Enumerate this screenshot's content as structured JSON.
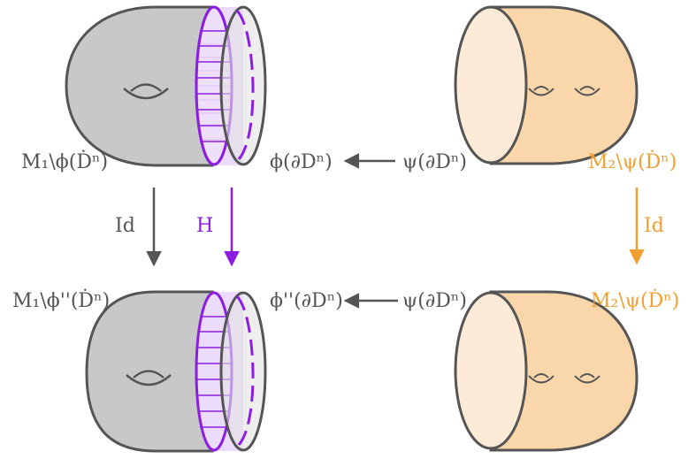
{
  "colors": {
    "gray_fill": "#c8c8c8",
    "outline": "#555555",
    "purple": "#8b1ee0",
    "purple_light": "#ecdcfb",
    "orange_fill": "#fad6ab",
    "orange_light": "#fdebd8",
    "orange_text": "#f0a030",
    "arrow_gray": "#555555"
  },
  "labels": {
    "top_left": "M₁\\ϕ(Ḋⁿ)",
    "top_mid_left": "ϕ(∂Dⁿ)",
    "top_mid_right": "ψ(∂Dⁿ)",
    "top_right": "M₂\\ψ(Ḋⁿ)",
    "bottom_left": "M₁\\ϕ''(Ḋⁿ)",
    "bottom_mid_left": "ϕ''(∂Dⁿ)",
    "bottom_mid_right": "ψ(∂Dⁿ)",
    "bottom_right": "M₂\\ψ(Ḋⁿ)"
  },
  "arrows": {
    "left_id": "Id",
    "homotopy": "H",
    "right_id": "Id"
  }
}
